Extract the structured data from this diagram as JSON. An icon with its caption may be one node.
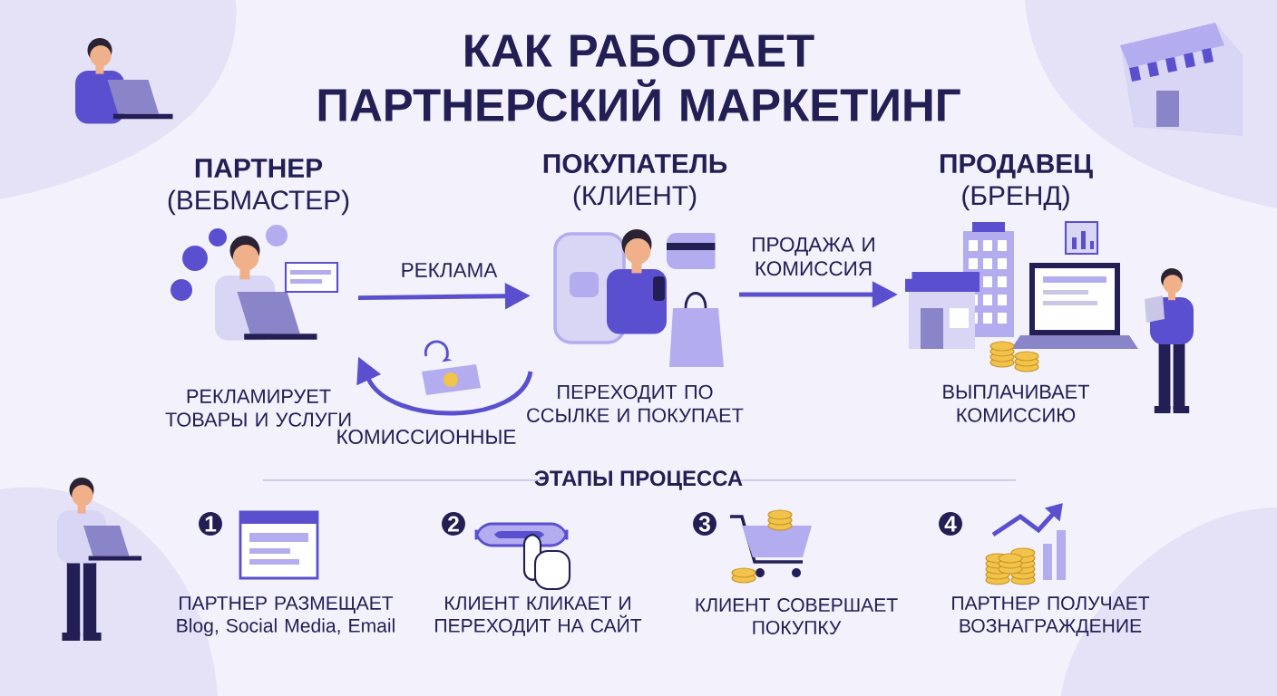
{
  "diagram": {
    "title": "КАК РАБОТАЕТ ПАРТНЕРСКИЙ МАРКЕТИНГ",
    "nodes": [
      {
        "text": [
          "**ПАРТНЕР** (ВЕБМАСТЕР)",
          "РЕКЛАМИРУЕТ ТОВАРЫ И УСЛУГИ"
        ]
      },
      {
        "text": [
          "**ПОКУПАТЕЛЬ** (КЛИЕНТ)",
          "ПЕРЕХОДИТ ПО ССЫЛКЕ И ПОКУПАЕТ"
        ]
      },
      {
        "text": [
          "**ПРОДАВЕЦ** (БРЕНД)",
          "ВЫПЛАЧИВАЕТ КОМИССИЮ"
        ]
      }
    ],
    "edges": [
      {
        "from": 0,
        "to": 1,
        "arrow": "to",
        "label": "РЕКЛАМА"
      },
      {
        "from": 1,
        "to": 2,
        "arrow": "to",
        "label": "ПРОДАЖА И КОМИССИЯ"
      },
      {
        "from": 1,
        "to": 0,
        "arrow": "to",
        "label": "КОМИССИОННЫЕ"
      }
    ],
    "labels": [
      "ЭТАПЫ ПРОЦЕССА",
      "1",
      "ПАРТНЕР РАЗМЕЩАЕТ Blog, Social Media, Email",
      "2",
      "КЛИЕНТ КЛИКАЕТ И ПЕРЕХОДИТ НА САЙТ",
      "3",
      "КЛИЕНТ СОВЕРШАЕТ ПОКУПКУ",
      "4",
      "ПАРТНЕР ПОЛУЧАЕТ ВОЗНАГРАЖДЕНИЕ"
    ]
  }
}
